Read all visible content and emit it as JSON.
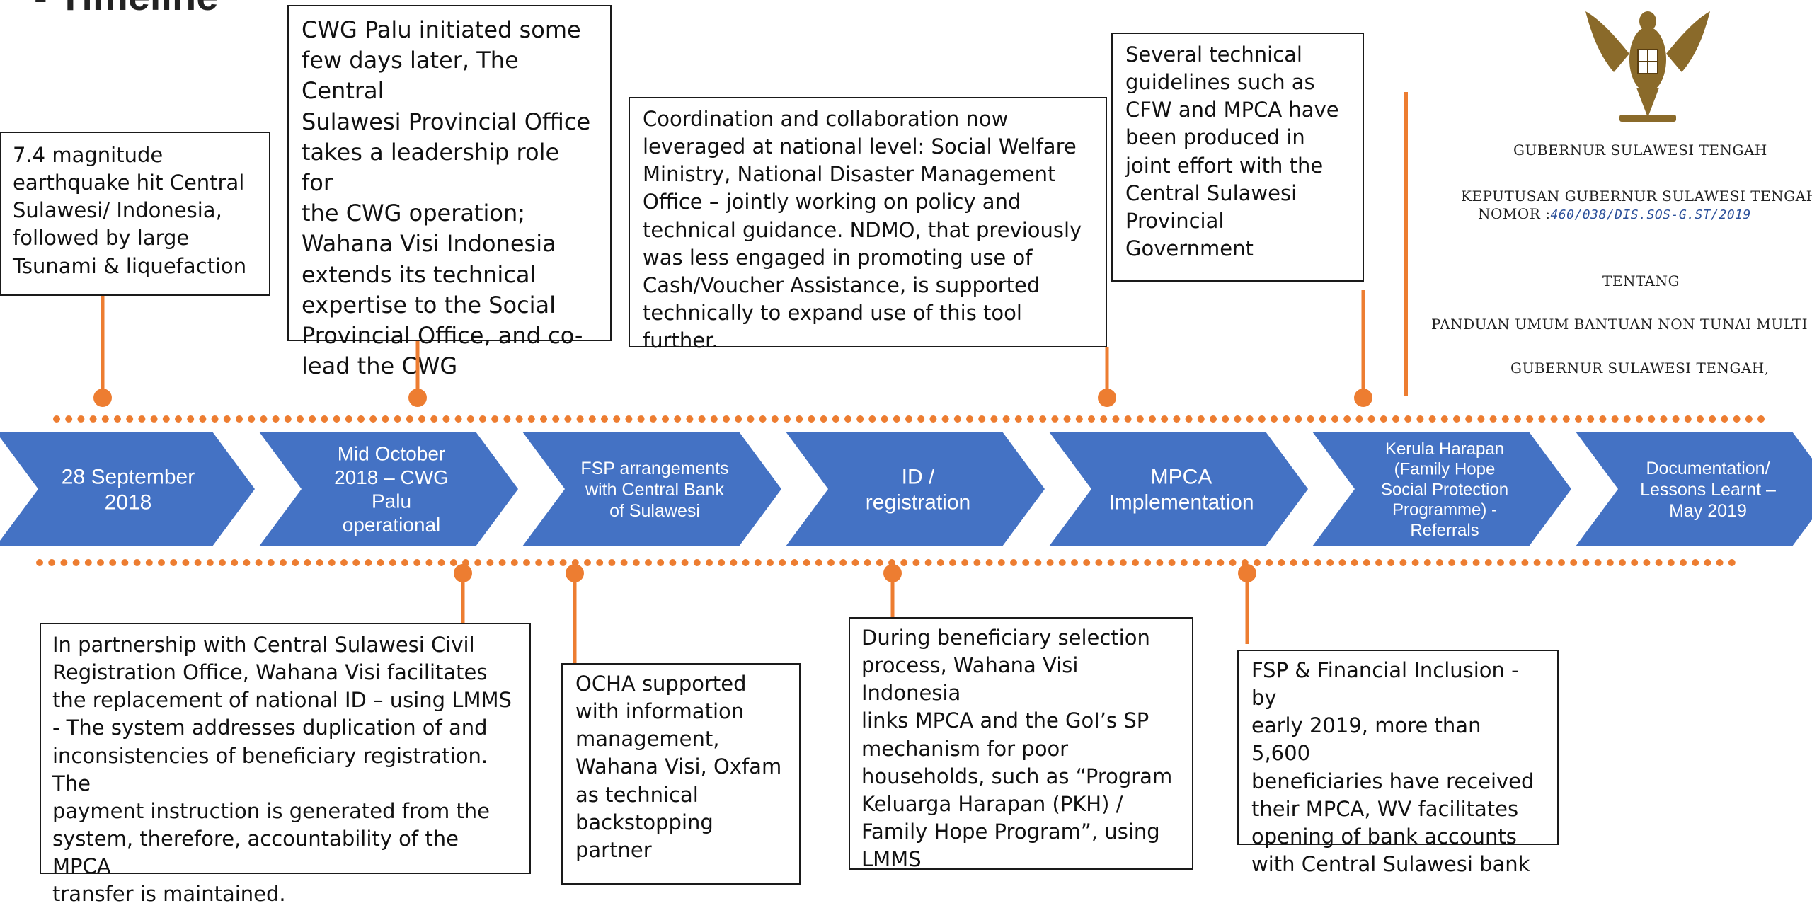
{
  "title": "- Timeline",
  "stages": [
    {
      "lines": [
        "28 September",
        "2018"
      ],
      "size": 30
    },
    {
      "lines": [
        "Mid October",
        "2018 – CWG",
        "Palu",
        "operational"
      ],
      "size": 28
    },
    {
      "lines": [
        "FSP arrangements",
        "with Central Bank",
        "of Sulawesi"
      ],
      "size": 25
    },
    {
      "lines": [
        "ID /",
        "registration"
      ],
      "size": 30
    },
    {
      "lines": [
        "MPCA",
        "Implementation"
      ],
      "size": 30
    },
    {
      "lines": [
        "Kerula Harapan",
        "(Family Hope",
        "Social Protection",
        "Programme) -",
        "Referrals"
      ],
      "size": 24
    },
    {
      "lines": [
        "Documentation/",
        "Lessons Learnt –",
        "May 2019"
      ],
      "size": 25
    }
  ],
  "top_notes": [
    {
      "id": "quake",
      "lines": [
        "7.4 magnitude",
        "earthquake hit Central",
        "Sulawesi/ Indonesia,",
        "followed by large",
        "Tsunami & liquefaction"
      ]
    },
    {
      "id": "cwg-palu",
      "lines": [
        "CWG Palu initiated some",
        "few days later, The Central",
        "Sulawesi Provincial Office",
        "takes a leadership role for",
        "the CWG operation;",
        "Wahana Visi Indonesia",
        "extends its technical",
        "expertise to the Social",
        "Provincial Office, and co-",
        "lead the CWG"
      ]
    },
    {
      "id": "national",
      "lines": [
        "Coordination and collaboration now",
        "leveraged at national level: Social Welfare",
        "Ministry, National Disaster Management",
        "Office – jointly working on policy and",
        "technical guidance.  NDMO, that previously",
        "was less engaged in promoting use of",
        "Cash/Voucher Assistance, is supported",
        "technically to expand use of this tool further."
      ]
    },
    {
      "id": "guidelines",
      "lines": [
        "Several technical",
        "guidelines such as",
        "CFW and MPCA have",
        "been produced in",
        "joint effort with the",
        "Central Sulawesi",
        "Provincial",
        "Government"
      ]
    }
  ],
  "bottom_notes": [
    {
      "id": "civil-reg",
      "lines": [
        "In partnership with Central Sulawesi Civil",
        "Registration Office,  Wahana Visi facilitates",
        "the replacement of national ID – using LMMS",
        "- The system addresses duplication of and",
        "inconsistencies of beneficiary registration. The",
        "payment instruction is generated from the",
        "system, therefore, accountability of the MPCA",
        "transfer is maintained."
      ]
    },
    {
      "id": "ocha",
      "lines": [
        "OCHA supported",
        "with information",
        "management,",
        "Wahana Visi, Oxfam",
        "as technical",
        "backstopping",
        "partner"
      ]
    },
    {
      "id": "selection",
      "lines": [
        "During beneficiary selection",
        "process, Wahana Visi Indonesia",
        "links MPCA and the GoI’s SP",
        "mechanism for poor",
        "households, such as “Program",
        "Keluarga Harapan (PKH) /",
        "Family Hope Program”, using",
        "LMMS"
      ]
    },
    {
      "id": "fsp",
      "lines": [
        "FSP & Financial Inclusion - by",
        "early 2019, more than 5,600",
        "beneficiaries have received",
        "their MPCA, WV facilitates",
        "opening of bank accounts",
        "with Central Sulawesi bank"
      ]
    }
  ],
  "decree": {
    "office": "GUBERNUR SULAWESI TENGAH",
    "decision": "KEPUTUSAN GUBERNUR SULAWESI TENGAH",
    "nomor_label": "NOMOR :",
    "nomor_value": "460/038/DIS.SOS-G.ST/2019",
    "tentang": "TENTANG",
    "subject": "PANDUAN UMUM BANTUAN NON TUNAI MULTI (",
    "signatory": "GUBERNUR SULAWESI TENGAH,"
  },
  "colors": {
    "chevron": "#4472c4",
    "accent": "#ed7d31",
    "emblem": "#8a6a2a"
  }
}
